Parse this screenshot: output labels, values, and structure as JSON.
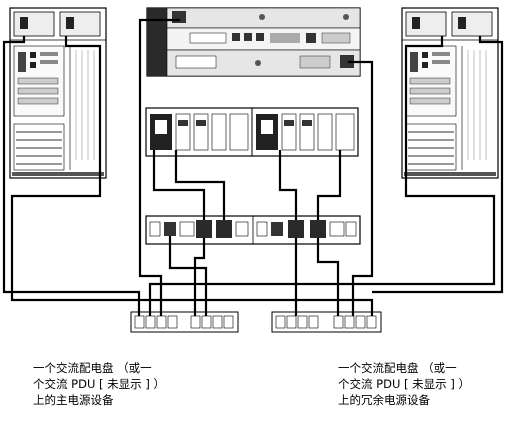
{
  "captions": {
    "primary_lines": [
      "一个交流配电盘 （或一",
      "个交流 PDU [ 未显示 ] ）",
      "上的主电源设备"
    ],
    "redundant_lines": [
      "一个交流配电盘 （或一",
      "个交流 PDU [ 未显示 ] ）",
      "上的冗余电源设备"
    ]
  },
  "colors": {
    "cable": "#000000",
    "device_fill": "#ffffff",
    "device_dark": "#1a1a1a",
    "device_mid": "#9a9a9a",
    "device_light": "#e6e6e6"
  }
}
